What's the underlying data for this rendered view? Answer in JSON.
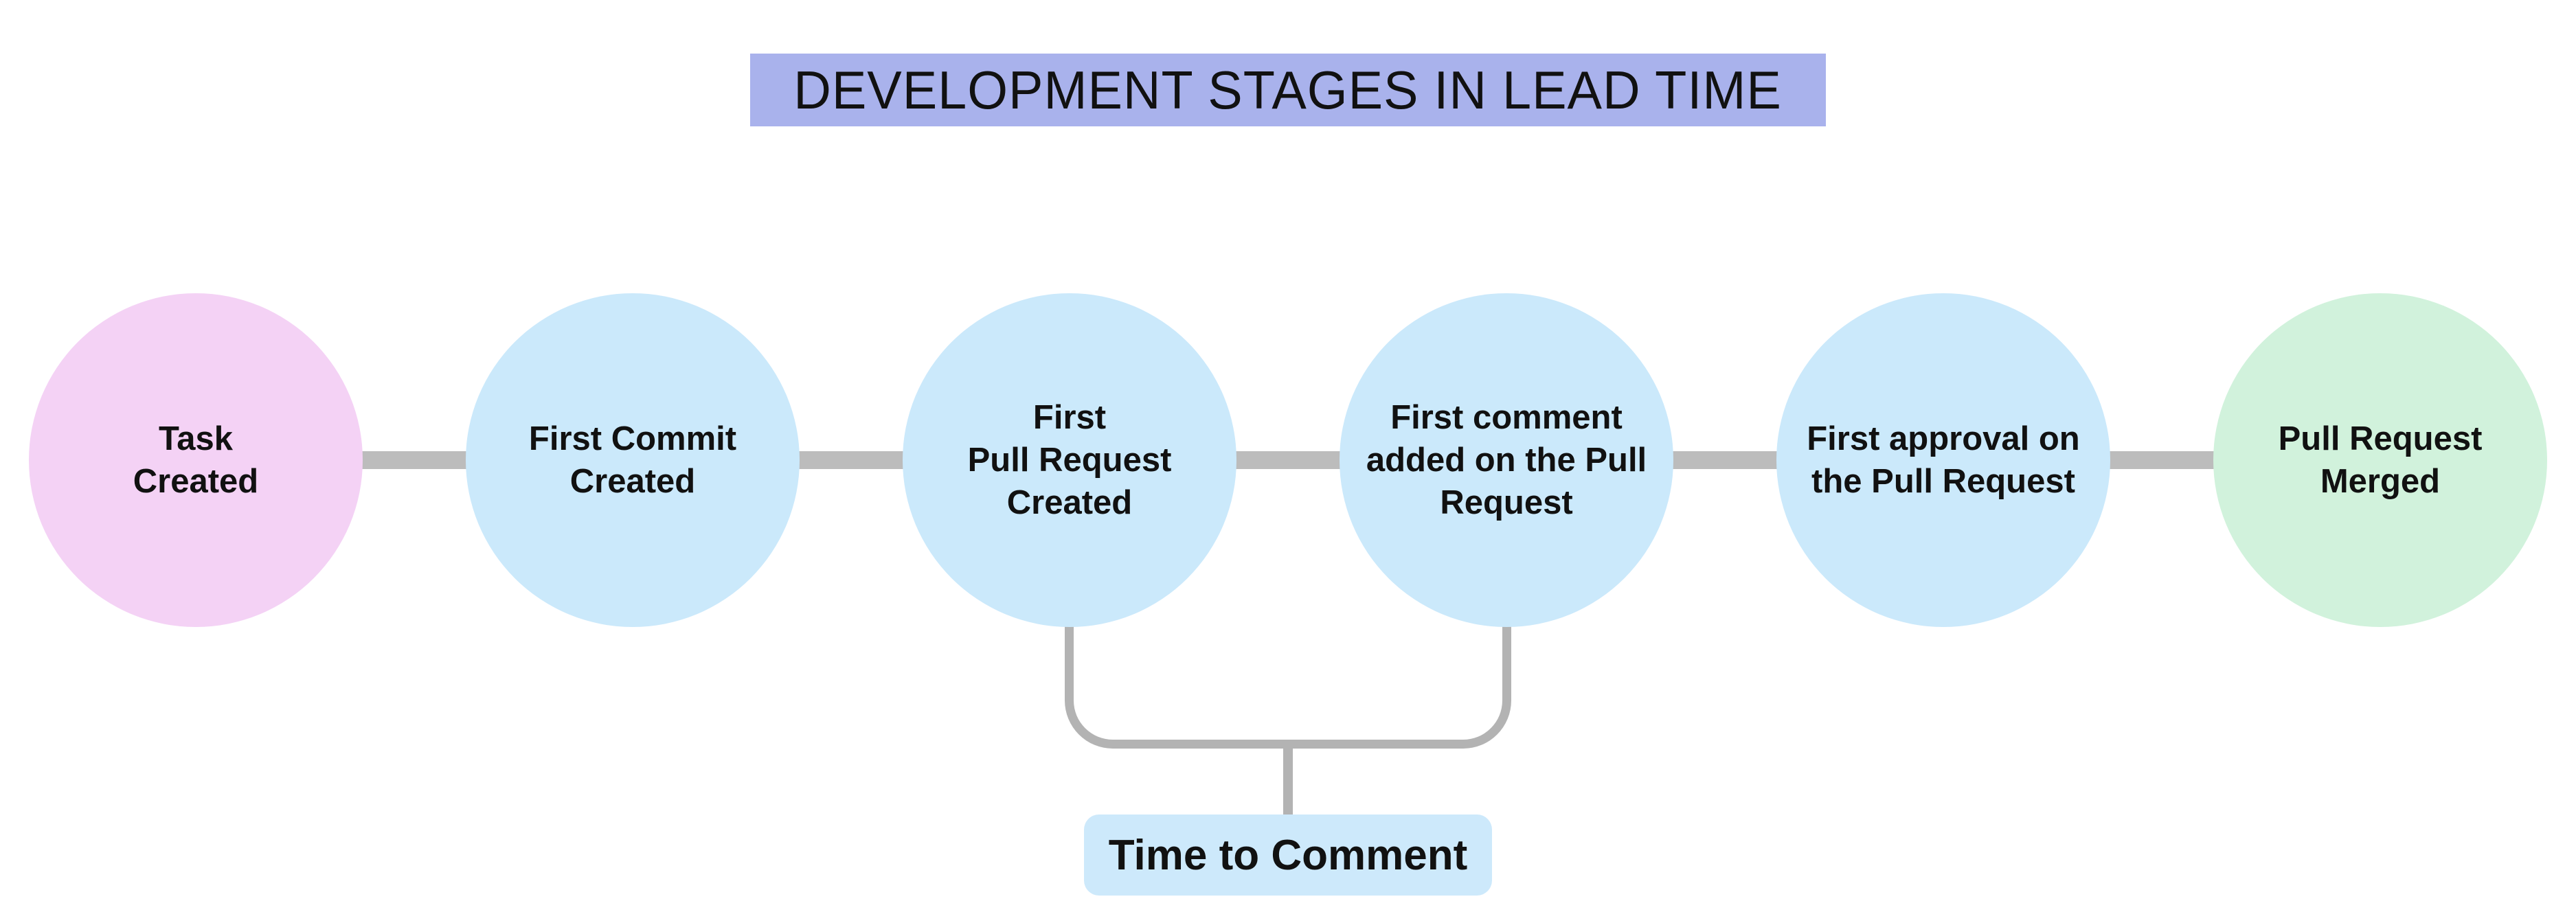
{
  "title": {
    "text": "DEVELOPMENT STAGES IN LEAD TIME",
    "bg_color": "#a9b2ec"
  },
  "stages": [
    {
      "id": "task-created",
      "label": "Task\nCreated",
      "color": "#f4d2f5"
    },
    {
      "id": "first-commit",
      "label": "First Commit\nCreated",
      "color": "#cbe9fb"
    },
    {
      "id": "first-pull-request",
      "label": "First\nPull Request\nCreated",
      "color": "#cbe9fb"
    },
    {
      "id": "first-comment",
      "label": "First comment\nadded on the Pull\nRequest",
      "color": "#cbe9fb"
    },
    {
      "id": "first-approval",
      "label": "First approval on\nthe Pull Request",
      "color": "#cbe9fb"
    },
    {
      "id": "pull-request-merged",
      "label": "Pull Request\nMerged",
      "color": "#d1f2dc"
    }
  ],
  "annotation": {
    "label": "Time to Comment",
    "bg_color": "#cde9fb",
    "spans_stages": "First Pull Request Created → First comment added on the Pull Request"
  },
  "colors": {
    "background": "#ffffff",
    "connector": "#bcbcbc",
    "bracket": "#b3b3b3",
    "text": "#111111"
  }
}
